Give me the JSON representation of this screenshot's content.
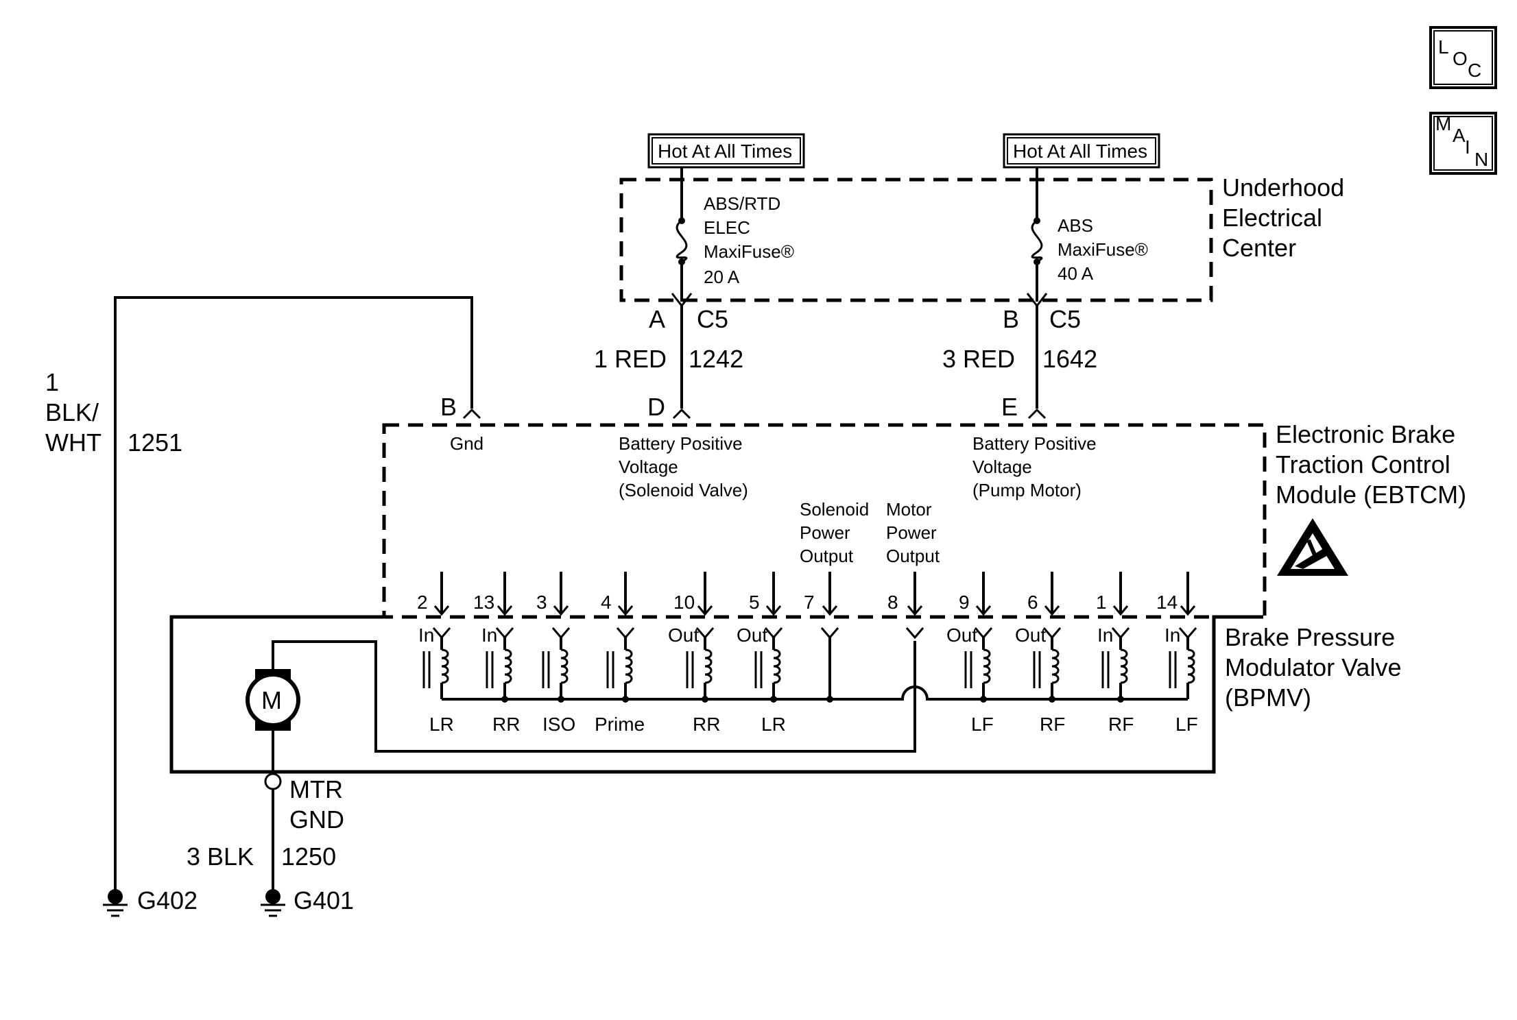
{
  "corner_buttons": [
    {
      "label": "LOC",
      "letters": [
        "L",
        "O",
        "C"
      ]
    },
    {
      "label": "MAIN",
      "letters": [
        "M",
        "A",
        "I",
        "N"
      ]
    }
  ],
  "hot_labels": [
    "Hot At All Times",
    "Hot At All Times"
  ],
  "underhood_center": {
    "lines": [
      "Underhood",
      "Electrical",
      "Center"
    ]
  },
  "fuses": [
    {
      "lines": [
        "ABS/RTD",
        "ELEC",
        "MaxiFuse®",
        "20 A"
      ]
    },
    {
      "lines": [
        "ABS",
        "MaxiFuse®",
        "40 A"
      ]
    }
  ],
  "c5_connectors": [
    {
      "pin": "A",
      "connector": "C5",
      "wire_color": "1 RED",
      "circuit": "1242"
    },
    {
      "pin": "B",
      "connector": "C5",
      "wire_color": "3 RED",
      "circuit": "1642"
    }
  ],
  "module_pins": [
    {
      "pin": "B",
      "label": [
        "Gnd"
      ]
    },
    {
      "pin": "D",
      "label": [
        "Battery Positive",
        "Voltage",
        "(Solenoid Valve)"
      ]
    },
    {
      "pin": "E",
      "label": [
        "Battery Positive",
        "Voltage",
        "(Pump Motor)"
      ]
    }
  ],
  "ebtcm": {
    "lines": [
      "Electronic Brake",
      "Traction Control",
      "Module (EBTCM)"
    ],
    "icon": "esd-warning-icon"
  },
  "outputs": {
    "solenoid": [
      "Solenoid",
      "Power",
      "Output"
    ],
    "motor": [
      "Motor",
      "Power",
      "Output"
    ]
  },
  "ground_wire": {
    "gauge": "1",
    "color_lines": [
      "BLK/",
      "WHT"
    ],
    "circuit": "1251",
    "ground": "G402"
  },
  "motor": {
    "symbol": "M",
    "label_lines": [
      "MTR",
      "GND"
    ],
    "wire": "3 BLK",
    "circuit": "1250",
    "ground": "G401"
  },
  "bpmv": {
    "lines": [
      "Brake Pressure",
      "Modulator Valve",
      "(BPMV)"
    ]
  },
  "solenoids": [
    {
      "pin": "2",
      "type": "In",
      "wheel": "LR"
    },
    {
      "pin": "13",
      "type": "In",
      "wheel": "RR"
    },
    {
      "pin": "3",
      "type": "",
      "wheel": "ISO"
    },
    {
      "pin": "4",
      "type": "",
      "wheel": "Prime"
    },
    {
      "pin": "10",
      "type": "Out",
      "wheel": "RR"
    },
    {
      "pin": "5",
      "type": "Out",
      "wheel": "LR"
    },
    {
      "pin": "9",
      "type": "Out",
      "wheel": "LF"
    },
    {
      "pin": "6",
      "type": "Out",
      "wheel": "RF"
    },
    {
      "pin": "1",
      "type": "In",
      "wheel": "RF"
    },
    {
      "pin": "14",
      "type": "In",
      "wheel": "LF"
    }
  ],
  "output_pins": [
    "7",
    "8"
  ]
}
